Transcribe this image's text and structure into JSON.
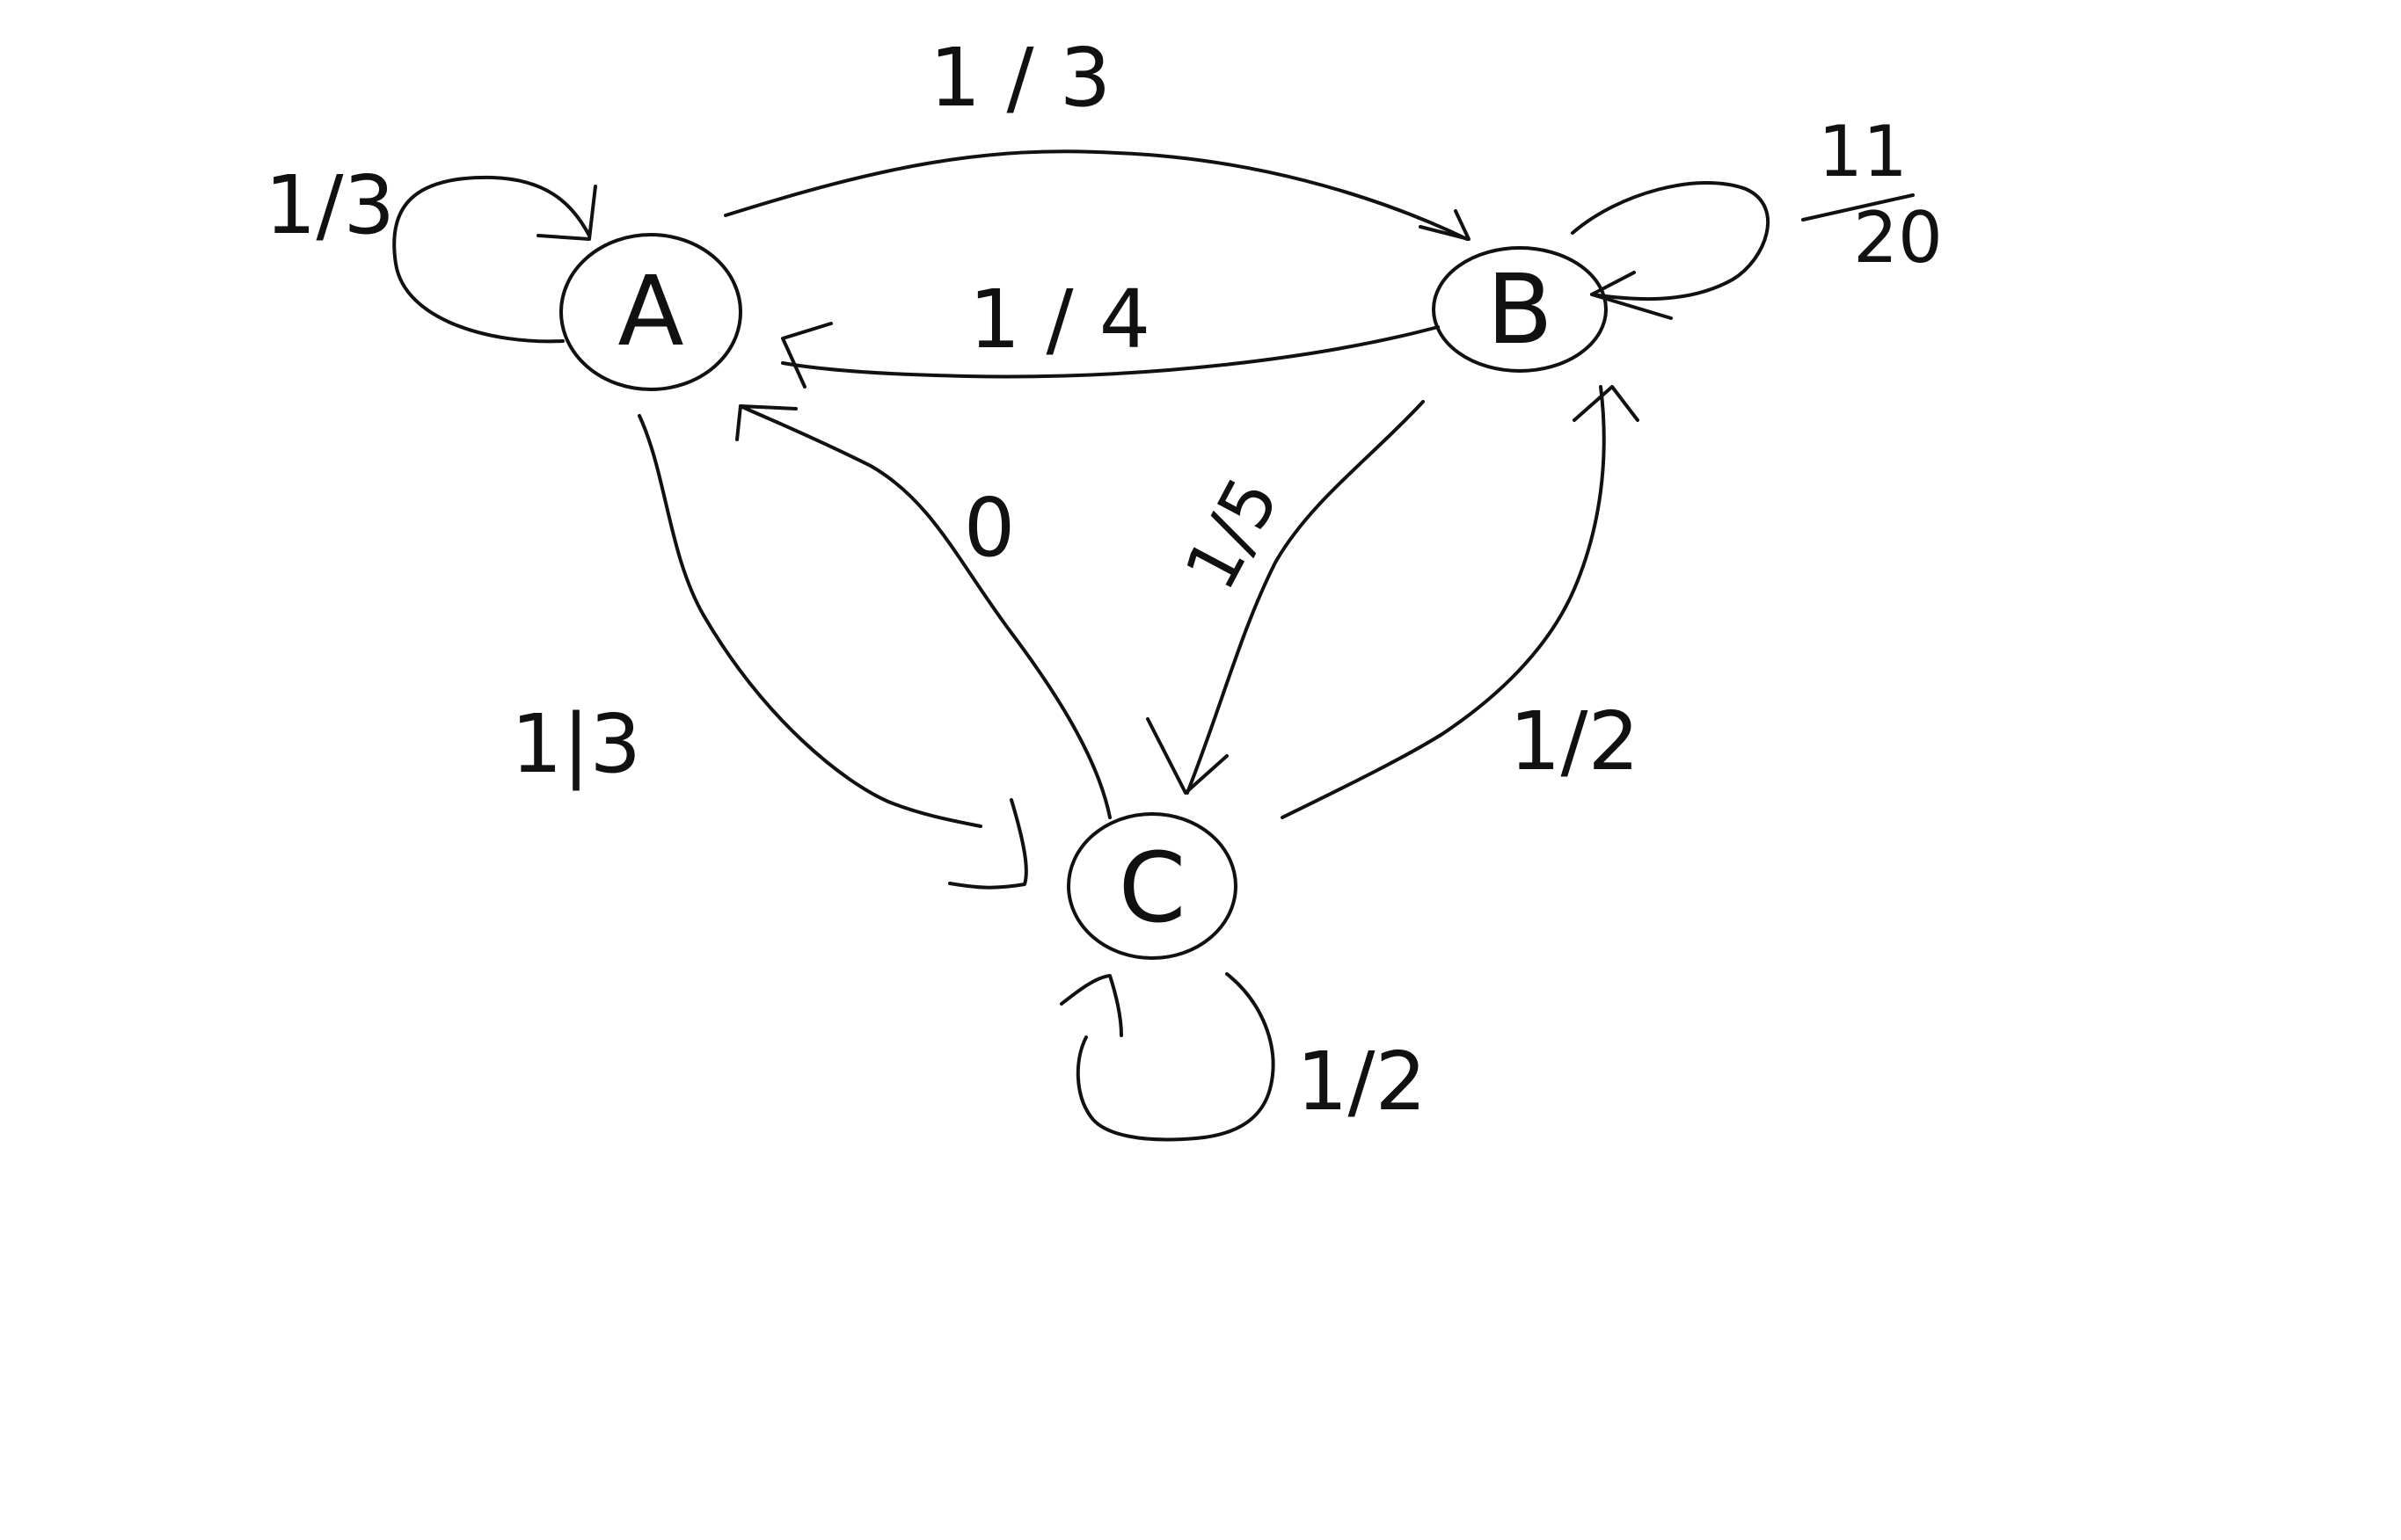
{
  "nodes": {
    "a": "A",
    "b": "B",
    "c": "C"
  },
  "edges": {
    "a_to_a": "1/3",
    "a_to_b": "1 / 3",
    "b_to_a": "1 / 4",
    "b_to_b_numerator": "11",
    "b_to_b_denominator": "20",
    "a_to_c": "1|3",
    "c_to_a": "0",
    "b_to_c": "1/5",
    "c_to_b": "1/2",
    "c_to_c": "1/2"
  }
}
